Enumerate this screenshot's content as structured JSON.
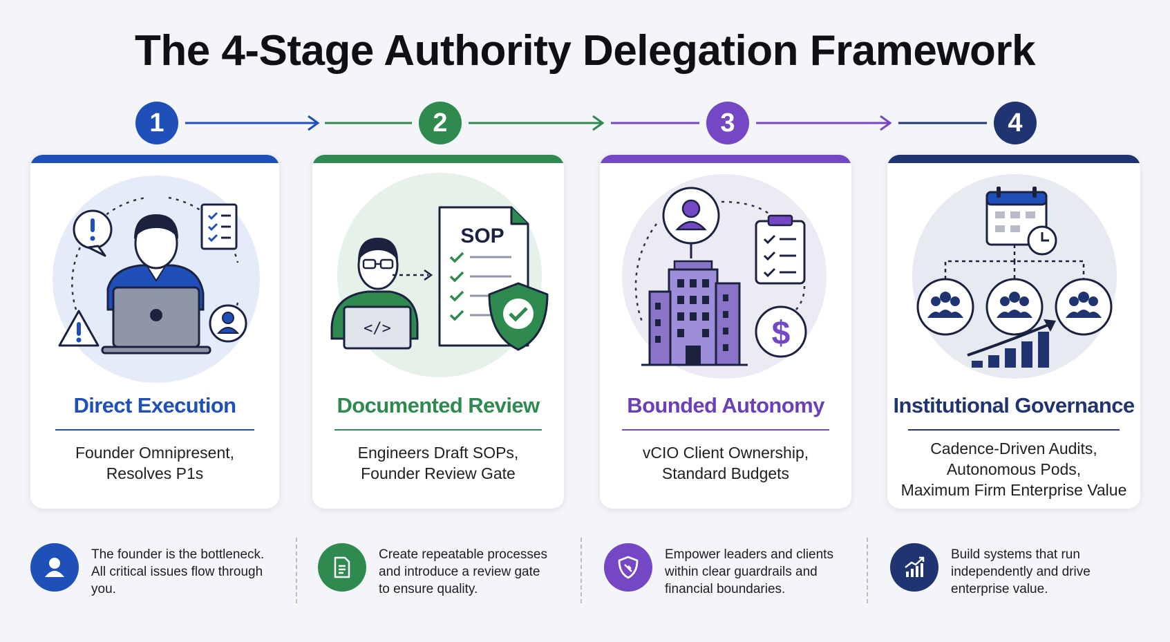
{
  "title": "The 4-Stage Authority Delegation Framework",
  "colors": {
    "stage1": "#1f4fb8",
    "stage2": "#2e8a4f",
    "stage3": "#7447c4",
    "stage4": "#1f3470"
  },
  "stages": [
    {
      "number": "1",
      "title": "Direct Execution",
      "description": "Founder Omnipresent,\nResolves P1s",
      "footer_text": "The founder is the bottleneck.\nAll critical issues flow through\nyou.",
      "footer_icon": "user-icon"
    },
    {
      "number": "2",
      "title": "Documented Review",
      "description": "Engineers Draft SOPs,\nFounder Review Gate",
      "illustration_label": "SOP",
      "footer_text": "Create repeatable processes\nand introduce a review gate\nto ensure quality.",
      "footer_icon": "document-icon"
    },
    {
      "number": "3",
      "title": "Bounded Autonomy",
      "description": "vCIO Client Ownership,\nStandard Budgets",
      "footer_text": "Empower leaders and clients\nwithin clear guardrails and\nfinancial boundaries.",
      "footer_icon": "shield-icon"
    },
    {
      "number": "4",
      "title": "Institutional Governance",
      "description": "Cadence-Driven Audits,\nAutonomous Pods,\nMaximum Firm Enterprise Value",
      "footer_text": "Build systems that run\nindependently and drive\nenterprise value.",
      "footer_icon": "growth-chart-icon"
    }
  ]
}
